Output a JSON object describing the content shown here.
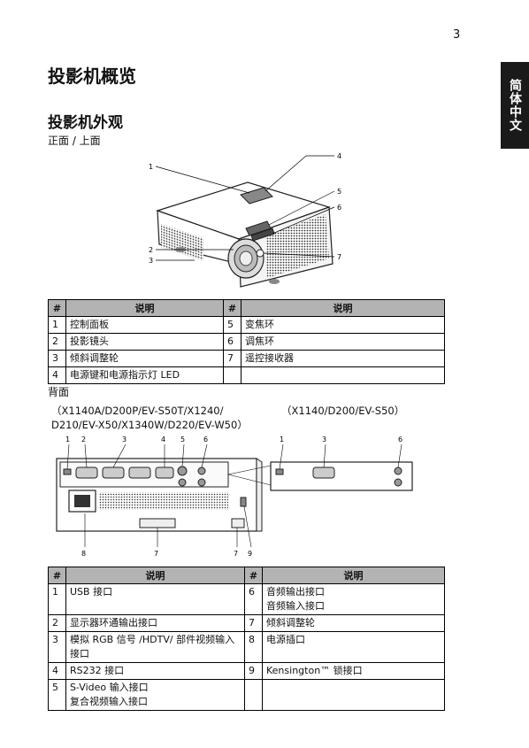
{
  "page_number": "3",
  "side_tab": "简体中文",
  "title": "投影机概览",
  "section_title": "投影机外观",
  "front_subtitle": "正面 / 上面",
  "rear_subtitle": "背面",
  "models_left_line1": "（X1140A/D200P/EV-S50T/X1240/",
  "models_left_line2": "D210/EV-X50/X1340W/D220/EV-W50）",
  "models_right": "（X1140/D200/EV-S50）",
  "front_callouts": [
    "1",
    "2",
    "3",
    "4",
    "5",
    "6",
    "7"
  ],
  "rear_callouts_left": [
    "1",
    "2",
    "3",
    "4",
    "5",
    "6",
    "7",
    "8",
    "7",
    "9"
  ],
  "rear_callouts_right": [
    "1",
    "3",
    "6"
  ],
  "table1": {
    "headers": [
      "#",
      "说明",
      "#",
      "说明"
    ],
    "rows": [
      {
        "n1": "1",
        "d1": "控制面板",
        "n2": "5",
        "d2": "变焦环"
      },
      {
        "n1": "2",
        "d1": "投影镜头",
        "n2": "6",
        "d2": "调焦环"
      },
      {
        "n1": "3",
        "d1": "倾斜调整轮",
        "n2": "7",
        "d2": "遥控接收器"
      },
      {
        "n1": "4",
        "d1": "电源键和电源指示灯 LED",
        "n2": "",
        "d2": ""
      }
    ]
  },
  "table2": {
    "headers": [
      "#",
      "说明",
      "#",
      "说明"
    ],
    "rows": [
      {
        "n1": "1",
        "d1": "USB 接口",
        "d1b": "",
        "n2": "6",
        "d2": "音频输出接口",
        "d2b": "音频输入接口"
      },
      {
        "n1": "2",
        "d1": "显示器环通输出接口",
        "d1b": "",
        "n2": "7",
        "d2": "倾斜调整轮",
        "d2b": ""
      },
      {
        "n1": "3",
        "d1": "模拟 RGB 信号 /HDTV/ 部件视频输入",
        "d1b": "接口",
        "n2": "8",
        "d2": "电源插口",
        "d2b": ""
      },
      {
        "n1": "4",
        "d1": "RS232 接口",
        "d1b": "",
        "n2": "9",
        "d2": "Kensington™ 锁接口",
        "d2b": ""
      },
      {
        "n1": "5",
        "d1": "S-Video 输入接口",
        "d1b": "复合视频输入接口",
        "n2": "",
        "d2": "",
        "d2b": ""
      }
    ]
  }
}
